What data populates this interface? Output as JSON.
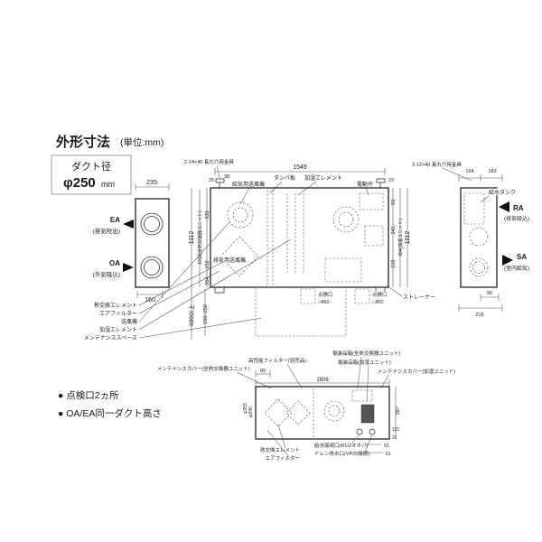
{
  "header": {
    "title": "外形寸法",
    "unit_note": "(単位:mm)",
    "duct_label": "ダクト径",
    "duct_value": "φ250",
    "duct_unit": "mm"
  },
  "left_view": {
    "dim_top": "235",
    "dim_bottom": "160",
    "ea_label": "EA",
    "ea_note": "(排気吹出)",
    "oa_label": "OA",
    "oa_note": "(外気吸込)"
  },
  "front_view": {
    "fitting_left": "2-14×40 長丸穴用金具",
    "fitting_right": "2-12×40 長丸穴用金具",
    "dim_width": "1549",
    "dim_25": "25",
    "dim_38": "38",
    "dim_23": "23",
    "label_supply_fan": "給気用送風機",
    "label_damper": "ダンパ板",
    "label_humid_element": "加湿エレメント",
    "label_motor_valve": "電動弁",
    "label_exhaust_fan": "排気用送風機",
    "dim_1112_left": "1112",
    "dim_1012": "1012(全熱交換器ユニット)",
    "dim_333": "333",
    "dim_152": "152",
    "dim_354": "354",
    "dim_900": "900以上",
    "dim_150_250": "150~250",
    "dim_93": "93",
    "dim_341": "341",
    "dim_219": "219",
    "dim_994": "994(加湿ユニット)",
    "dim_1112_right": "1112",
    "inspection_label": "点検口",
    "inspection_size": "□450",
    "label_strainer": "ストレーナー",
    "parts": [
      "熱交換エレメント",
      "エアフィルター",
      "送風機",
      "加湿エレメント",
      "メンテナンススペース"
    ]
  },
  "right_view": {
    "dim_164": "164",
    "dim_183": "183",
    "label_water_tank": "給水タンク",
    "ra_label": "RA",
    "ra_note": "(排気吸込)",
    "sa_label": "SA",
    "sa_note": "(室内給気)",
    "dim_90": "90",
    "dim_215": "215"
  },
  "bottom_view": {
    "dim_89": "89",
    "dim_1606": "1606",
    "label_maint_cover_hex": "メンテナンスカバー(全熱交換器ユニット)",
    "label_hp_filter": "高性能フィルター(別売品)",
    "label_elec_box_hex": "電装品箱(全熱交換器ユニット)",
    "label_elec_box_hum": "電装品箱(加湿ユニット)",
    "label_maint_cover_hum": "メンテナンスカバー(加湿ユニット)",
    "dim_phi253": "φ253",
    "dim_phi246": "φ246",
    "dim_387": "387",
    "dim_121": "121",
    "dim_31": "31",
    "dim_50": "50",
    "dim_61": "61",
    "label_hex_element": "熱交換エレメント",
    "label_air_filter": "エアフィルター",
    "label_water_conn": "給水接続口(R1/2オネジ)",
    "label_drain": "ドレン排水口(VP25接続)"
  },
  "notes": {
    "bullet1": "● 点検口2ヵ所",
    "bullet2": "● OA/EA同一ダクト高さ"
  }
}
